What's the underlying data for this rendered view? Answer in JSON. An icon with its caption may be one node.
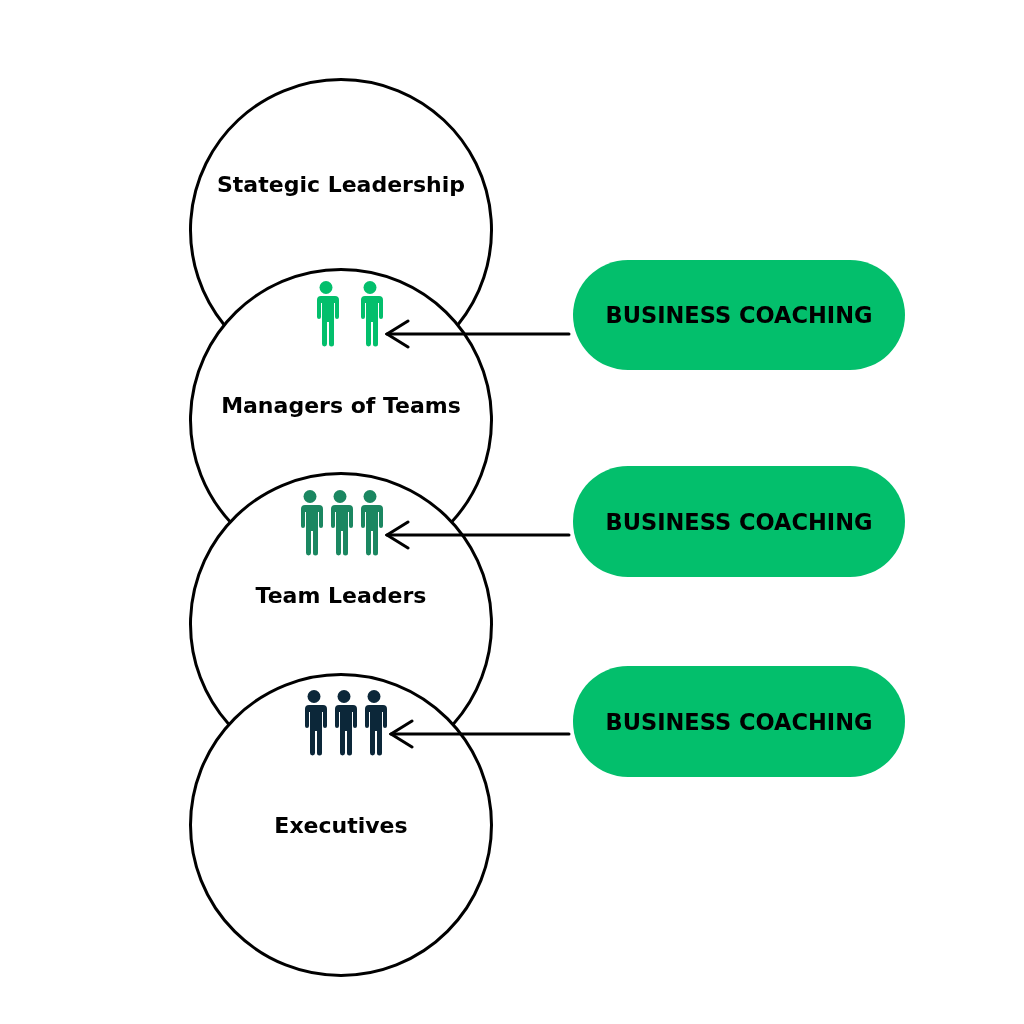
{
  "diagram": {
    "nodes": [
      {
        "text": [
          "Stategic Leadership"
        ]
      },
      {
        "text": [
          "Managers of Teams"
        ]
      },
      {
        "text": [],
        "shape": "person",
        "in": 1
      },
      {
        "text": [
          "Team Leaders"
        ]
      },
      {
        "text": [],
        "shape": "person",
        "in": 3
      },
      {
        "text": [
          "Executives"
        ]
      },
      {
        "text": [],
        "shape": "person",
        "in": 5
      },
      {
        "text": [
          "BUSINESS COACHING"
        ]
      },
      {
        "text": [
          "BUSINESS COACHING"
        ]
      },
      {
        "text": [
          "BUSINESS COACHING"
        ]
      }
    ],
    "edges": [
      {
        "from": 7,
        "to": 2,
        "arrow": "to"
      },
      {
        "from": 8,
        "to": 4,
        "arrow": "to"
      },
      {
        "from": 9,
        "to": 6,
        "arrow": "to"
      }
    ]
  }
}
